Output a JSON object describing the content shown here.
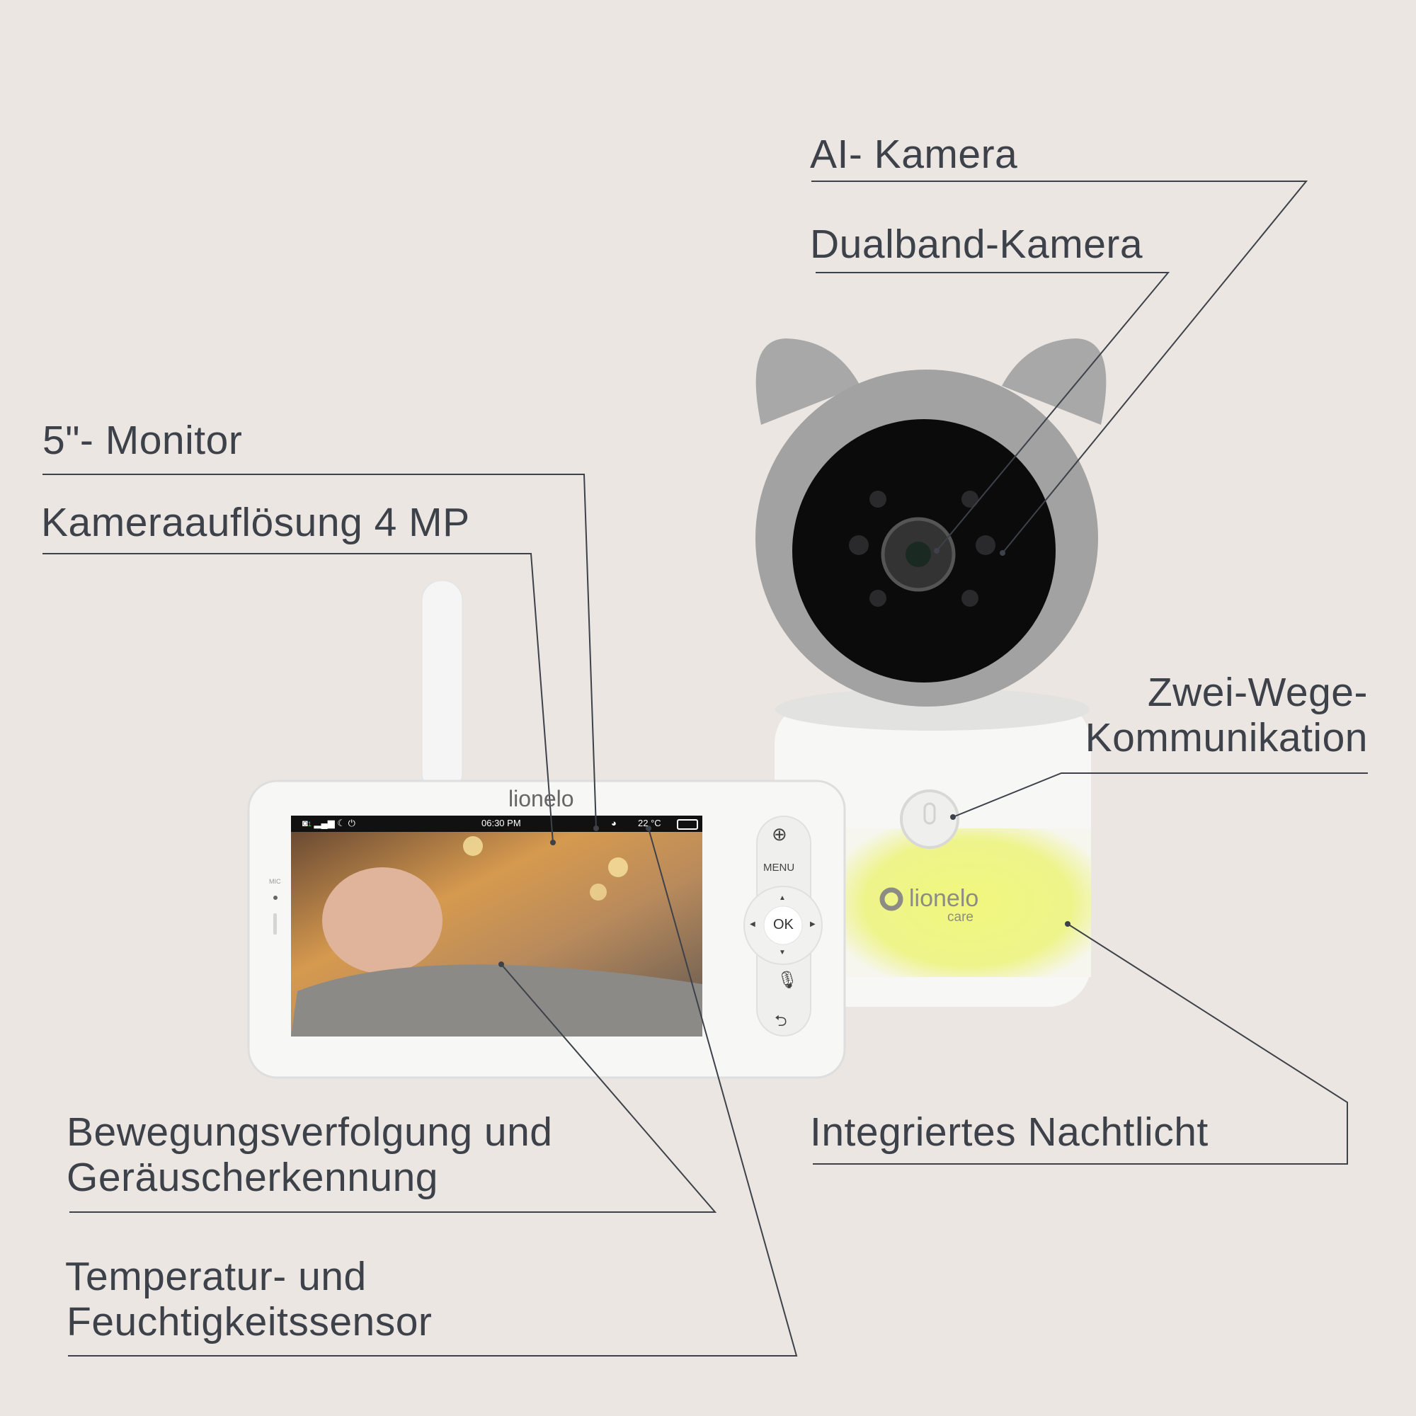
{
  "callouts": {
    "ai_camera": "AI- Kamera",
    "dualband": "Dualband-Kamera",
    "monitor": "5\"- Monitor",
    "resolution": "Kameraauflösung 4 MP",
    "two_way_line1": "Zwei-Wege-",
    "two_way_line2": "Kommunikation",
    "night_light": "Integriertes Nachtlicht",
    "motion_line1": "Bewegungsverfolgung und",
    "motion_line2": "Geräuscherkennung",
    "temp_line1": "Temperatur- und",
    "temp_line2": "Feuchtigkeitssensor"
  },
  "monitor": {
    "brand": "lionelo",
    "time": "06:30 PM",
    "temperature": "22 °C",
    "camera_index": "1",
    "mic_label": "MIC",
    "buttons": {
      "zoom": "zoom-in-icon",
      "menu": "MENU",
      "ok": "OK",
      "talk": "microphone-icon",
      "back": "return-icon"
    }
  },
  "camera": {
    "brand": "lionelo",
    "sub_brand": "care"
  },
  "colors": {
    "background": "#ebe6e1",
    "text": "#3d4149",
    "night_light": "#eef57a",
    "camera_shell": "#9c9c9c"
  }
}
